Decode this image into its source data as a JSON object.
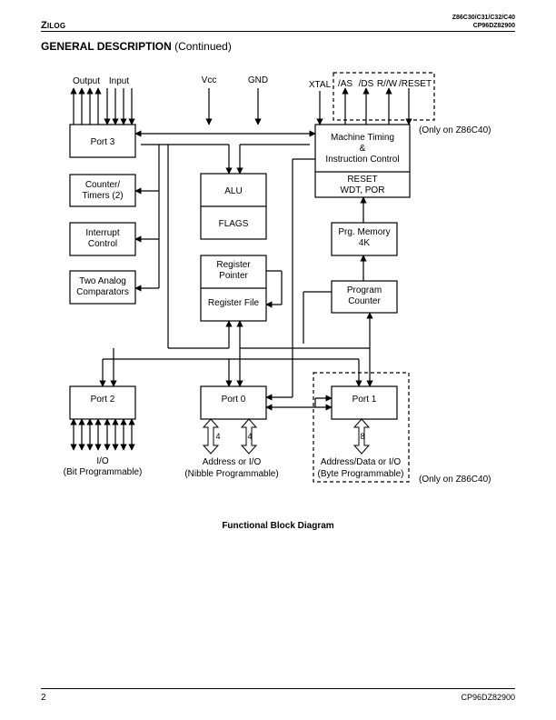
{
  "header": {
    "brand_first": "Z",
    "brand_rest": "ILOG",
    "part_numbers": "Z86C30/C31/C32/C40",
    "doc_code": "CP96DZ82900"
  },
  "section": {
    "title": "GENERAL DESCRIPTION",
    "continued": "(Continued)"
  },
  "diagram": {
    "signals": {
      "output": "Output",
      "input": "Input",
      "vcc": "Vcc",
      "gnd": "GND",
      "xtal": "XTAL",
      "as": "/AS",
      "ds": "/DS",
      "rw": "R//W",
      "reset": "/RESET"
    },
    "blocks": {
      "port3": "Port 3",
      "counter_timers_1": "Counter/",
      "counter_timers_2": "Timers (2)",
      "interrupt_1": "Interrupt",
      "interrupt_2": "Control",
      "analog_1": "Two Analog",
      "analog_2": "Comparators",
      "alu": "ALU",
      "flags": "FLAGS",
      "reg_pointer_1": "Register",
      "reg_pointer_2": "Pointer",
      "reg_file": "Register File",
      "machine_timing_1": "Machine Timing",
      "machine_timing_2": "&",
      "machine_timing_3": "Instruction Control",
      "reset_1": "RESET",
      "reset_2": "WDT, POR",
      "prg_memory_1": "Prg. Memory",
      "prg_memory_2": "4K",
      "program_counter_1": "Program",
      "program_counter_2": "Counter",
      "port2": "Port 2",
      "port0": "Port 0",
      "port1": "Port 1"
    },
    "bus_widths": {
      "port0_a": "4",
      "port0_b": "4",
      "port1": "8"
    },
    "labels": {
      "port2_1": "I/O",
      "port2_2": "(Bit Programmable)",
      "port0_1": "Address or I/O",
      "port0_2": "(Nibble Programmable)",
      "port1_1": "Address/Data or I/O",
      "port1_2": "(Byte Programmable)",
      "only_top": "(Only on Z86C40)",
      "only_bottom": "(Only on Z86C40)"
    }
  },
  "caption": "Functional Block Diagram",
  "footer": {
    "page_number": "2",
    "doc_code": "CP96DZ82900"
  }
}
